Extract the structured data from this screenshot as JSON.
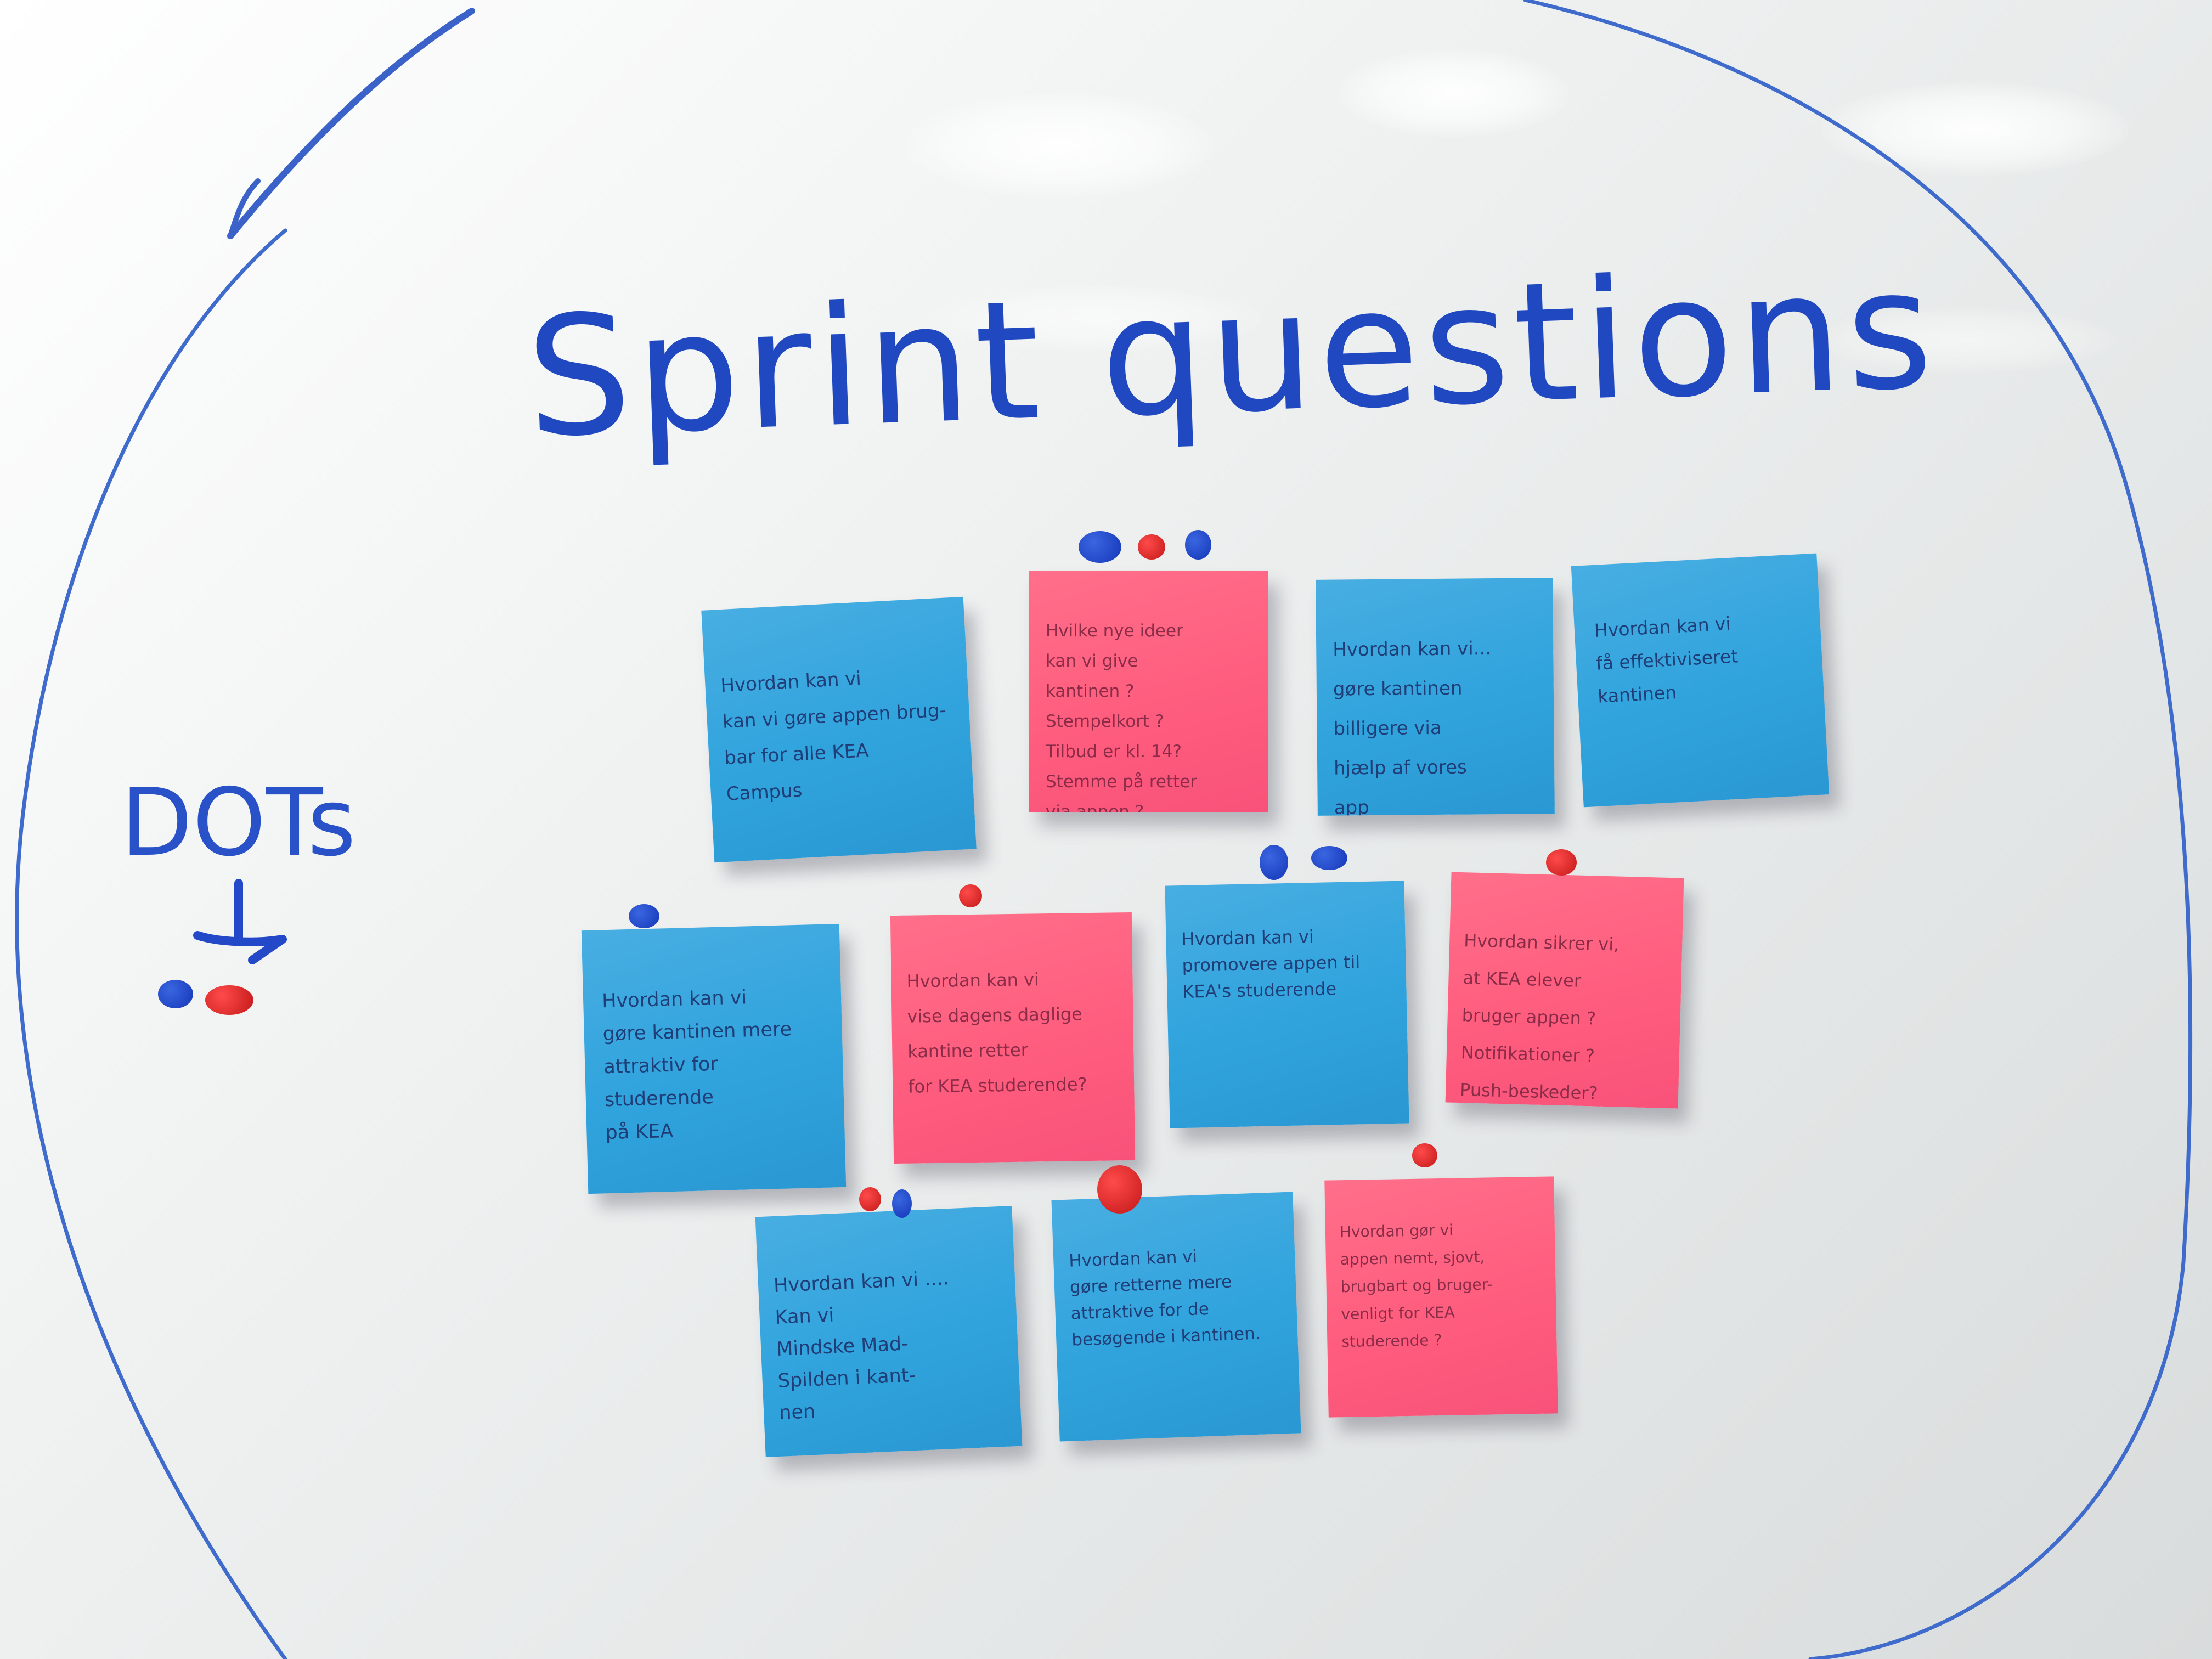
{
  "board": {
    "title": "Sprint questions",
    "dots_label": "DOTs",
    "colors": {
      "marker_blue": "#2048c0",
      "note_blue": "#30a3dd",
      "note_pink": "#ff5d7e",
      "dot_blue": "#1f46d0",
      "dot_red": "#dd2626"
    }
  },
  "notes": [
    {
      "color": "blue",
      "text": "Hvordan kan vi\nkan vi gøre appen brug-\nbar for alle KEA\nCampus"
    },
    {
      "color": "pink",
      "text": "Hvilke nye ideer\nkan vi give\nkantinen ?\nStempelkort ?\nTilbud er kl. 14?\nStemme på retter\nvia appen ?"
    },
    {
      "color": "blue",
      "text": "Hvordan kan vi...\ngøre kantinen\nbilligere via\nhjælp af vores\napp"
    },
    {
      "color": "blue",
      "text": "Hvordan kan vi\nfå effektiviseret\nkantinen"
    },
    {
      "color": "blue",
      "text": "Hvordan kan vi\ngøre kantinen mere\nattraktiv for studerende\npå KEA"
    },
    {
      "color": "pink",
      "text": "Hvordan kan vi\nvise dagens daglige\nkantine retter\nfor KEA studerende?"
    },
    {
      "color": "blue",
      "text": "Hvordan kan vi\npromovere appen til\nKEA's studerende"
    },
    {
      "color": "pink",
      "text": "Hvordan sikrer vi,\nat KEA elever\nbruger appen ?\nNotifikationer ?\nPush-beskeder?"
    },
    {
      "color": "blue",
      "text": "Hvordan kan vi ....\nKan vi\nMindske Mad-\nSpilden i kant-\nnen"
    },
    {
      "color": "blue",
      "text": "Hvordan kan vi\ngøre retterne mere\nattraktive for de\nbesøgende i kantinen."
    },
    {
      "color": "pink",
      "text": "Hvordan gør vi\nappen nemt, sjovt,\nbrugbart og bruger-\nvenligt for KEA\nstuderende ?"
    }
  ]
}
